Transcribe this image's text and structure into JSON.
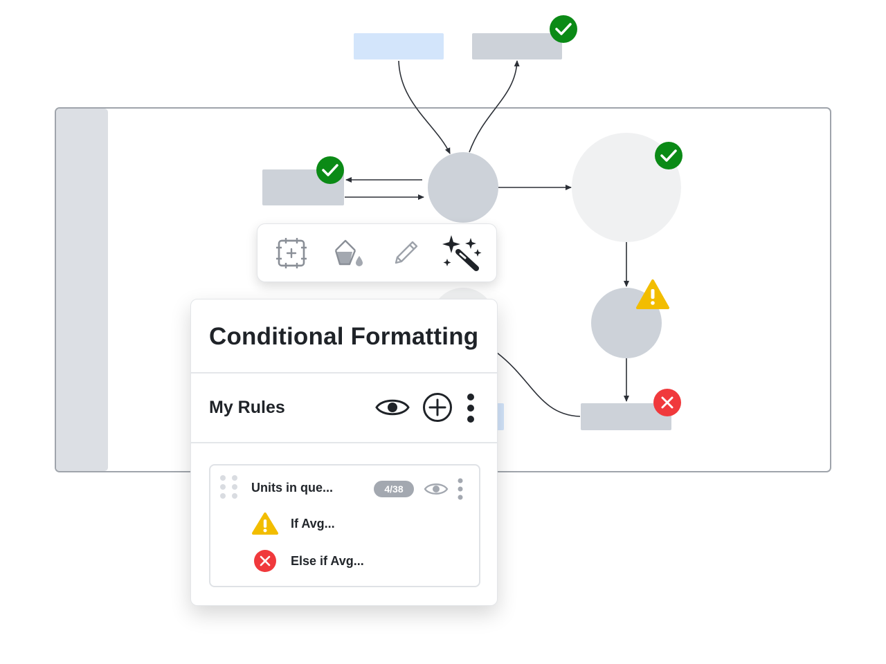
{
  "panel": {
    "title": "Conditional Formatting",
    "rules_section_label": "My Rules",
    "rule": {
      "name": "Units in que...",
      "count_badge": "4/38",
      "conditions": [
        {
          "status": "warning",
          "icon": "warning-icon",
          "label": "If Avg..."
        },
        {
          "status": "error",
          "icon": "error-icon",
          "label": "Else if Avg..."
        }
      ]
    }
  },
  "toolbar": {
    "tools": [
      "select-frame-icon",
      "fill-bucket-icon",
      "pencil-icon",
      "magic-wand-icon"
    ]
  },
  "colors": {
    "success": "#0b8a16",
    "warning": "#f2bd00",
    "error": "#f0393c",
    "node_gray": "#cdd2d9",
    "node_light": "#f0f1f2",
    "node_blue": "#d3e5fb"
  }
}
